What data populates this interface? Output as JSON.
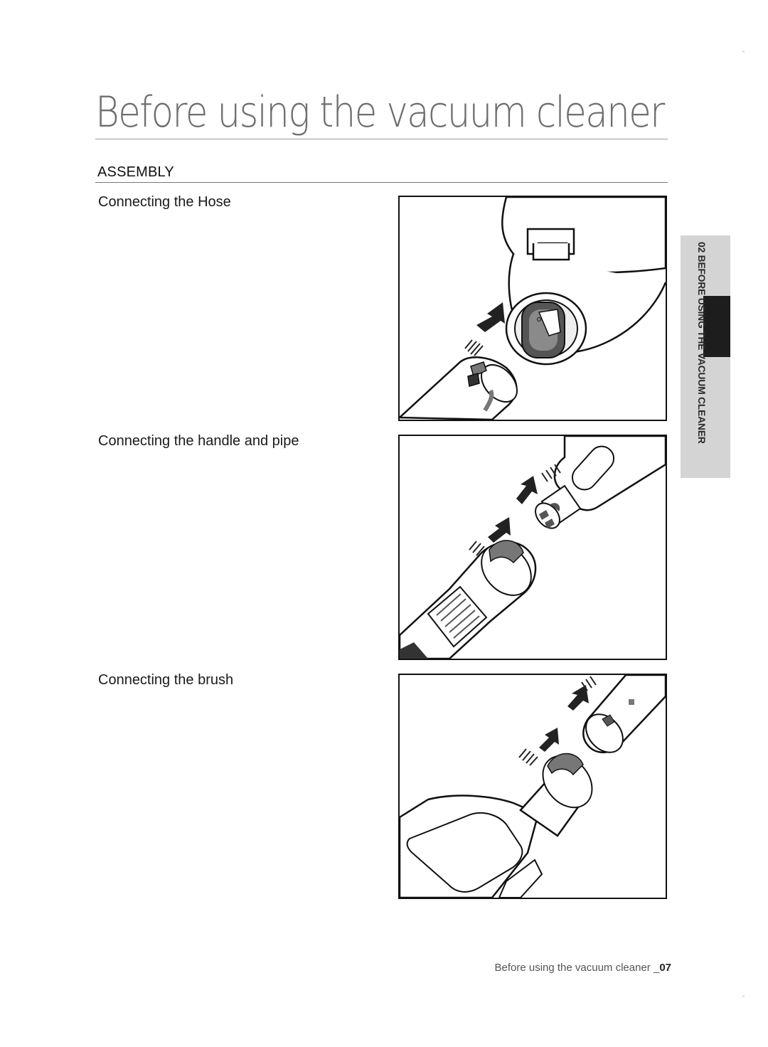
{
  "page": {
    "title": "Before using the vacuum cleaner",
    "section": "ASSEMBLY",
    "steps": [
      {
        "label": "Connecting the Hose"
      },
      {
        "label": "Connecting the handle and pipe"
      },
      {
        "label": "Connecting the brush"
      }
    ],
    "side_tab": "02  BEFORE USING THE VACUUM CLEANER",
    "footer_text": "Before using the vacuum cleaner _",
    "footer_page": "07"
  },
  "colors": {
    "title_gray": "#6e6e6e",
    "tab_gray": "#d4d4d4",
    "tab_dark": "#1d1d1d"
  },
  "icons": [
    "push-arrow-icon",
    "vacuum-body-illustration",
    "hose-illustration",
    "handle-pipe-illustration",
    "brush-illustration"
  ]
}
